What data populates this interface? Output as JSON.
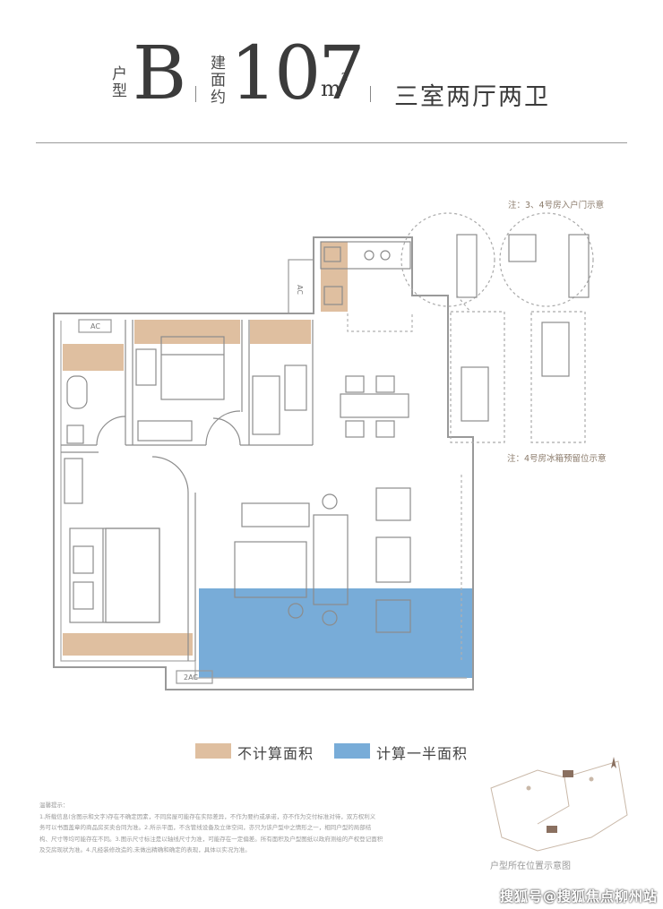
{
  "header": {
    "type_label_chars": [
      "户",
      "型"
    ],
    "type_letter": "B",
    "area_label_chars": [
      "建",
      "面",
      "约"
    ],
    "area_number": "107",
    "area_unit": "m",
    "area_unit_sup": "2",
    "rooms": "三室两厅两卫"
  },
  "notes": {
    "door_note": "注：3、4号房入户门示意",
    "fridge_note": "注：4号房冰箱预留位示意"
  },
  "plan_labels": {
    "ac_top": "AC",
    "ac_left": "AC",
    "ac_bottom": "2AC"
  },
  "legend": {
    "not_counted": {
      "label": "不计算面积",
      "color": "#dfbfa0"
    },
    "half_counted": {
      "label": "计算一半面积",
      "color": "#78acd8"
    }
  },
  "disclaimer": {
    "title": "温馨提示：",
    "lines": [
      "1.所载信息(含图示和文字)存在不确定因素，不同房屋可能存在实际差异，不作为要约或承诺，亦不作为交付标准对待，双方权利义",
      "务可以书面盖章的商品房买卖合同为准。2.所示平面，不含管线设备及立体空间，亦只为该户型中之情形之一，相同户型的局部结",
      "构、尺寸等均可能存在不同。3.图示尺寸标注是以轴线尺寸为准，可能存在一定偏差。所有面积及户型图纸以政府测绘的产权登记面积",
      "及交房现状为准。4.凡经装修改造的,未做出精确和确定的表现，具体以实况为准。"
    ]
  },
  "location": {
    "caption": "户型所在位置示意图"
  },
  "watermark": "搜狐号@搜狐焦点柳州站"
}
